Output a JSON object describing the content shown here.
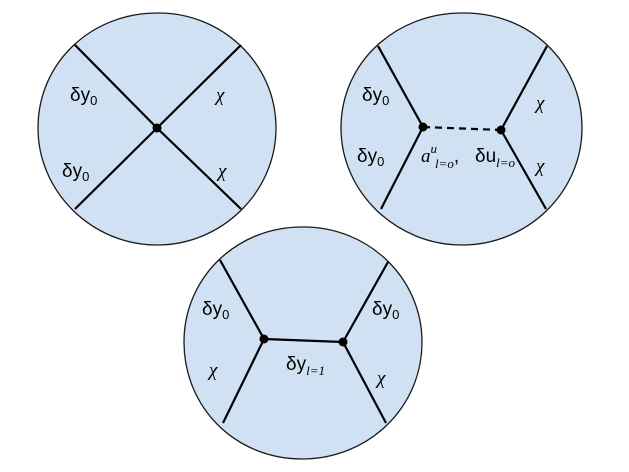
{
  "diagrams": [
    {
      "labels": {
        "left_top": {
          "main": "δy",
          "sub": "0"
        },
        "left_bottom": {
          "main": "δy",
          "sub": "0"
        },
        "right_top": {
          "main": "χ"
        },
        "right_bottom": {
          "main": "χ"
        }
      }
    },
    {
      "labels": {
        "left_top": {
          "main": "δy",
          "sub": "0"
        },
        "left_bottom": {
          "main": "δy",
          "sub": "0"
        },
        "right_top": {
          "main": "χ"
        },
        "right_bottom": {
          "main": "χ"
        },
        "propagator_a": {
          "main": "a",
          "sup": "u",
          "sub": "l=o",
          "sep": ","
        },
        "propagator_u": {
          "main": "δu",
          "sub": "l=o"
        }
      }
    },
    {
      "labels": {
        "left_top": {
          "main": "δy",
          "sub": "0"
        },
        "left_bottom": {
          "main": "χ"
        },
        "right_top": {
          "main": "δy",
          "sub": "0"
        },
        "right_bottom": {
          "main": "χ"
        },
        "propagator": {
          "main": "δy",
          "sub": "l=1"
        }
      }
    }
  ]
}
